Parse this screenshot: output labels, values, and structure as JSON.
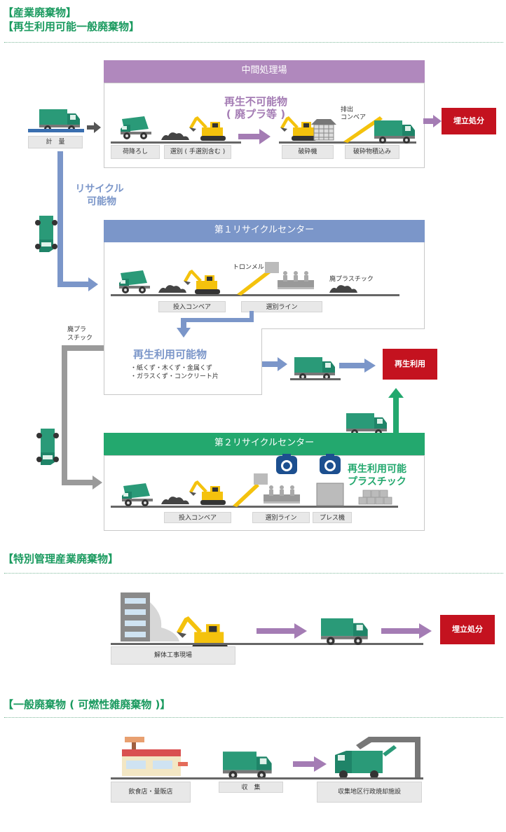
{
  "headings": {
    "industrial": "【産業廃棄物】",
    "recyclable_general": "【再生利用可能一般廃棄物】",
    "special": "【特別管理産業廃棄物】",
    "general": "【一般廃棄物 ( 可燃性雑廃棄物 )】"
  },
  "weighing": {
    "label": "計　量"
  },
  "intermediate": {
    "title": "中間処理場",
    "nonrecyclable": "再生不可能物",
    "nonrecyclable_sub": "( 廃プラ等 )",
    "unload": "荷降ろし",
    "sorting": "選別 ( 手選別含む )",
    "crusher": "破砕機",
    "discharge": "排出",
    "conveyor": "コンベア",
    "loading": "破砕物積込み"
  },
  "landfill": "埋立処分",
  "recyclable_label": [
    "リサイクル",
    "可能物"
  ],
  "center1": {
    "title": "第１リサイクルセンター",
    "trommel": "トロンメル",
    "waste_plastic": "廃プラスチック",
    "input_conveyor": "投入コンベア",
    "sort_line": "選別ライン",
    "recyclable_title": "再生利用可能物",
    "recyclable_items": [
      "・紙くず・木くず・金属くず",
      "・ガラスくず・コンクリート片"
    ]
  },
  "waste_plastic_side": [
    "廃プラ",
    "スチック"
  ],
  "recycle_use": "再生利用",
  "center2": {
    "title": "第２リサイクルセンター",
    "input_conveyor": "投入コンベア",
    "sort_line": "選別ライン",
    "press": "プレス機",
    "recyclable_plastic": [
      "再生利用可能",
      "プラスチック"
    ]
  },
  "special": {
    "site": "解体工事現場",
    "landfill": "埋立処分"
  },
  "general": {
    "restaurant": "飲食店・量販店",
    "collection": "収　集",
    "incinerator": "収集地区行政焼却施設"
  },
  "colors": {
    "green": "#1a9a5f",
    "purple": "#a47cb4",
    "blue": "#7b96c9",
    "red": "#c4121f",
    "gray": "#9a9a9a",
    "truck": "#2a9a78",
    "yellow": "#f4c20d"
  }
}
